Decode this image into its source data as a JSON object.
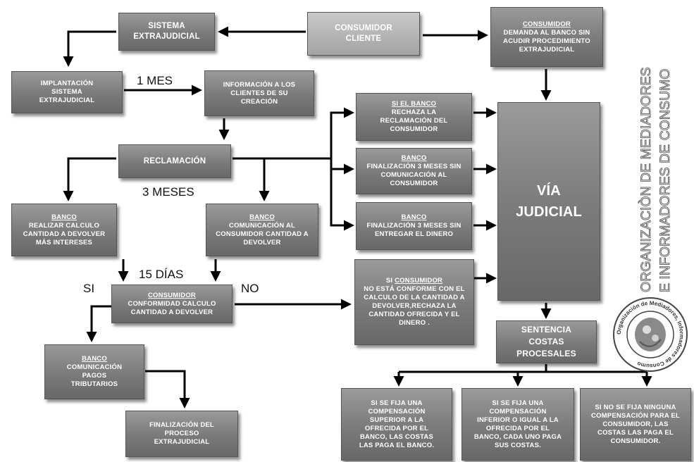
{
  "boxes": {
    "sistema_extrajudicial": {
      "line1": "SISTEMA",
      "line2": "EXTRAJUDICIAL"
    },
    "consumidor_cliente": {
      "line1": "CONSUMIDOR",
      "line2": "CLIENTE"
    },
    "consumidor_demanda": {
      "heading": "CONSUMIDOR",
      "body": "DEMANDA AL BANCO SIN ACUDIR PROCEDIMIENTO EXTRAJUDICIAL"
    },
    "implantacion": {
      "text": "IMPLANTACIÓN SISTEMA EXTRAJUDICIAL"
    },
    "informacion": {
      "text": "INFORMACIÓN A LOS CLIENTES DE SU CREACIÓN"
    },
    "reclamacion": {
      "text": "RECLAMACIÓN"
    },
    "banco_rechaza": {
      "heading": "SI EL BANCO",
      "body": "RECHAZA LA RECLAMACIÓN DEL CONSUMIDOR"
    },
    "banco_sin_comunicacion": {
      "heading": "BANCO",
      "body": "FINALIZACIÓN 3 MESES SIN COMUNICACIÓN AL CONSUMIDOR"
    },
    "banco_sin_dinero": {
      "heading": "BANCO",
      "body": "FINALIZACIÓN 3 MESES SIN ENTREGAR EL DINERO"
    },
    "banco_calculo": {
      "heading": "BANCO",
      "body": "REALIZAR CALCULO CANTIDAD A DEVOLVER MÁS INTERESES"
    },
    "banco_comunicacion": {
      "heading": "BANCO",
      "body": "COMUNICACIÓN AL CONSUMIDOR CANTIDAD A DEVOLVER"
    },
    "consumidor_conformidad": {
      "heading": "CONSUMIDOR",
      "body": "CONFORMIDAD CALCULO CANTIDAD A DEVOLVER"
    },
    "consumidor_no_conforme": {
      "prefix": "SI",
      "heading": "CONSUMIDOR",
      "body": "NO ESTÁ CONFORME CON EL CALCULO DE LA CANTIDAD A DEVOLVER,RECHAZA LA CANTIDAD OFRECIDA Y EL DINERO ."
    },
    "via_judicial": {
      "line1": "VÍA",
      "line2": "JUDICIAL"
    },
    "sentencia": {
      "text": "SENTENCIA COSTAS PROCESALES"
    },
    "banco_pagos": {
      "heading": "BANCO",
      "body": "COMUNICACIÓN PAGOS TRIBUTARIOS"
    },
    "finalizacion": {
      "text": "FINALIZACIÓN DEL PROCESO EXTRAJUDICIAL"
    },
    "comp_superior": {
      "text": "SI SE FIJA UNA COMPENSACIÓN SUPERIOR A LA OFRECIDA POR EL BANCO, LAS COSTAS LAS PAGA EL BANCO."
    },
    "comp_inferior": {
      "text": "SI SE FIJA UNA COMPENSACIÓN INFERIOR O IGUAL A LA OFRECIDA POR EL BANCO, CADA UNO PAGA SUS COSTAS."
    },
    "sin_comp": {
      "text": "SI NO SE FIJA NINGUNA COMPENSACIÓN PARA EL CONSUMIDOR, LAS COSTAS LAS PAGA EL CONSUMIDOR."
    }
  },
  "labels": {
    "un_mes": "1 MES",
    "tres_meses": "3 MESES",
    "quince_dias": "15 DÍAS",
    "si": "SI",
    "no": "NO"
  },
  "organization": {
    "line1": "ORGANIZACIÒN DE MEDIADORES",
    "line2": "E INFORMADORES DE CONSUMO",
    "seal_text": "Organización de Mediadores, Informadores de Consumo"
  }
}
